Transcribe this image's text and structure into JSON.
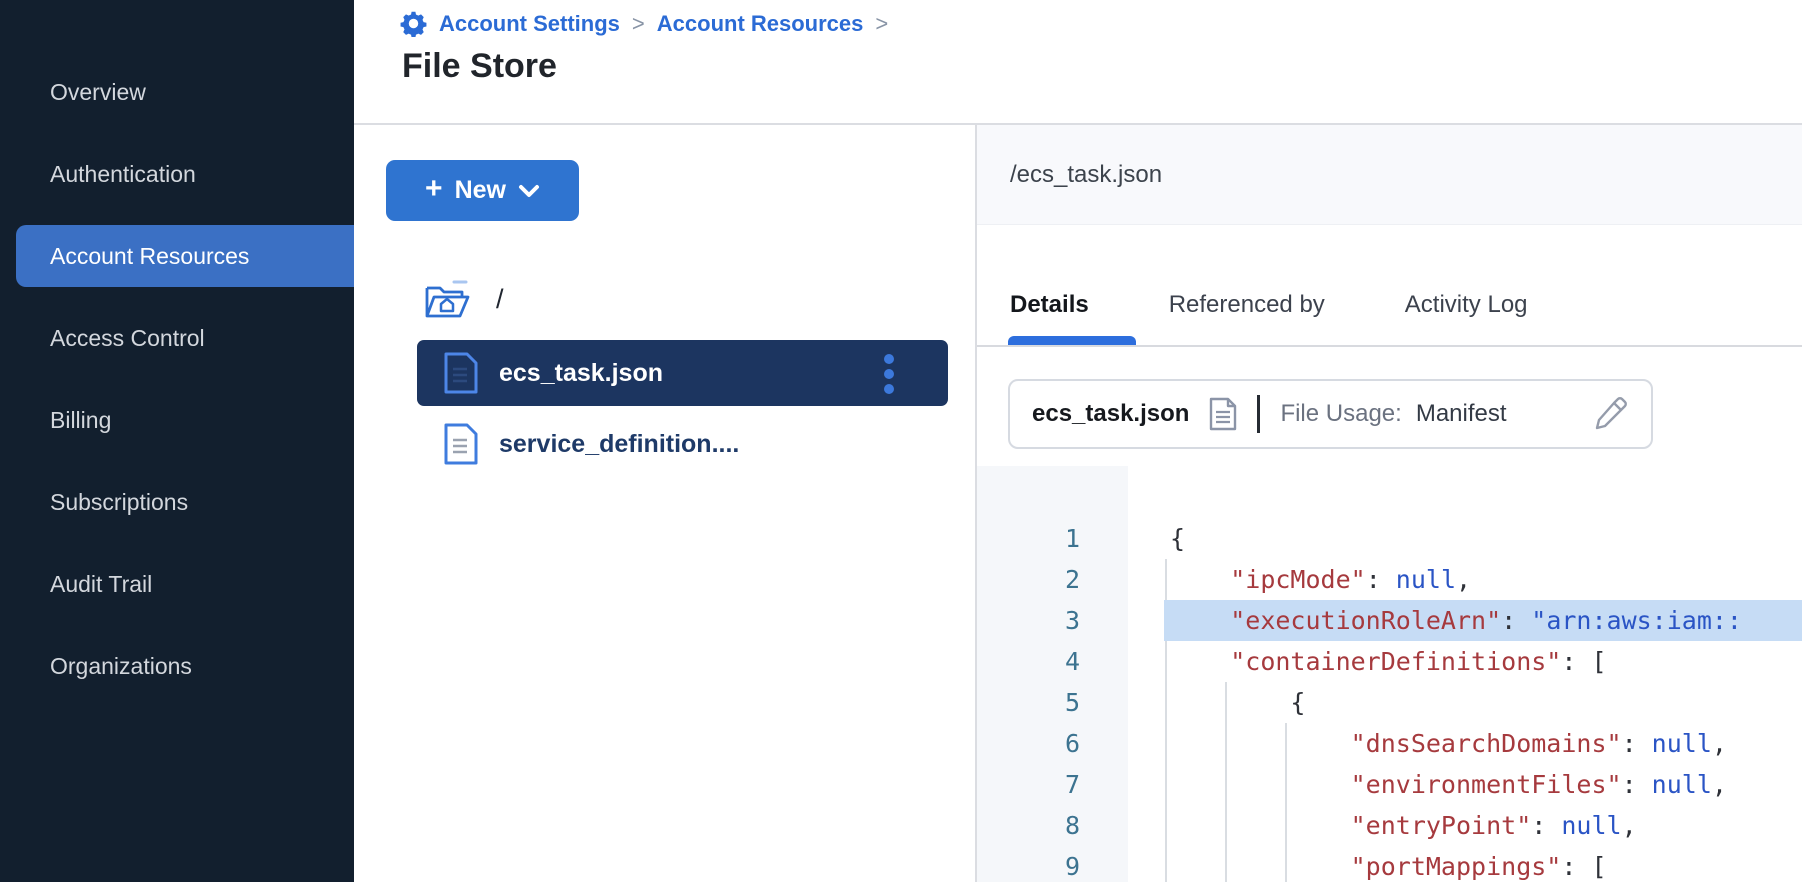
{
  "sidebar": {
    "items": [
      {
        "label": "Overview",
        "active": false
      },
      {
        "label": "Authentication",
        "active": false
      },
      {
        "label": "Account Resources",
        "active": true
      },
      {
        "label": "Access Control",
        "active": false
      },
      {
        "label": "Billing",
        "active": false
      },
      {
        "label": "Subscriptions",
        "active": false
      },
      {
        "label": "Audit Trail",
        "active": false
      },
      {
        "label": "Organizations",
        "active": false
      }
    ]
  },
  "breadcrumb": {
    "items": [
      "Account Settings",
      "Account Resources"
    ],
    "separator": ">",
    "page_title": "File Store"
  },
  "file_panel": {
    "new_button_label": "New",
    "root_label": "/",
    "files": [
      {
        "name": "ecs_task.json",
        "selected": true
      },
      {
        "name": "service_definition....",
        "selected": false
      }
    ]
  },
  "detail_panel": {
    "path": "/ecs_task.json",
    "tabs": [
      {
        "label": "Details",
        "active": true
      },
      {
        "label": "Referenced by",
        "active": false
      },
      {
        "label": "Activity Log",
        "active": false
      }
    ],
    "file_card": {
      "filename": "ecs_task.json",
      "usage_label": "File Usage:",
      "usage_value": "Manifest"
    },
    "code": {
      "highlighted_line": 3,
      "lines": [
        {
          "n": "1",
          "hl": false,
          "tokens": [
            [
              "p",
              "{"
            ]
          ]
        },
        {
          "n": "2",
          "hl": false,
          "tokens": [
            [
              "p",
              "    "
            ],
            [
              "k",
              "\"ipcMode\""
            ],
            [
              "p",
              ": "
            ],
            [
              "v",
              "null"
            ],
            [
              "p",
              ","
            ]
          ]
        },
        {
          "n": "3",
          "hl": true,
          "tokens": [
            [
              "p",
              "    "
            ],
            [
              "k",
              "\"executionRoleArn\""
            ],
            [
              "p",
              ": "
            ],
            [
              "v",
              "\"arn:aws:iam::"
            ]
          ]
        },
        {
          "n": "4",
          "hl": false,
          "tokens": [
            [
              "p",
              "    "
            ],
            [
              "k",
              "\"containerDefinitions\""
            ],
            [
              "p",
              ": ["
            ]
          ]
        },
        {
          "n": "5",
          "hl": false,
          "tokens": [
            [
              "p",
              "        {"
            ]
          ]
        },
        {
          "n": "6",
          "hl": false,
          "tokens": [
            [
              "p",
              "            "
            ],
            [
              "k",
              "\"dnsSearchDomains\""
            ],
            [
              "p",
              ": "
            ],
            [
              "v",
              "null"
            ],
            [
              "p",
              ","
            ]
          ]
        },
        {
          "n": "7",
          "hl": false,
          "tokens": [
            [
              "p",
              "            "
            ],
            [
              "k",
              "\"environmentFiles\""
            ],
            [
              "p",
              ": "
            ],
            [
              "v",
              "null"
            ],
            [
              "p",
              ","
            ]
          ]
        },
        {
          "n": "8",
          "hl": false,
          "tokens": [
            [
              "p",
              "            "
            ],
            [
              "k",
              "\"entryPoint\""
            ],
            [
              "p",
              ": "
            ],
            [
              "v",
              "null"
            ],
            [
              "p",
              ","
            ]
          ]
        },
        {
          "n": "9",
          "hl": false,
          "tokens": [
            [
              "p",
              "            "
            ],
            [
              "k",
              "\"portMappings\""
            ],
            [
              "p",
              ": ["
            ]
          ]
        }
      ]
    }
  },
  "icons": {
    "gear": "gear-icon",
    "home_folder": "home-folder-icon",
    "file": "file-icon",
    "kebab": "kebab-menu-icon",
    "document": "document-icon",
    "pencil": "edit-pencil-icon",
    "chevron_down": "chevron-down-icon",
    "plus": "plus-icon"
  },
  "colors": {
    "sidebar_bg": "#121F2E",
    "sidebar_active_bg": "#3B70C4",
    "accent_blue": "#2F74D0",
    "breadcrumb_link": "#2B6BD5",
    "selected_row_bg": "#1C3560",
    "tab_underline": "#2D6EDD",
    "line_highlight": "#C6DCF5",
    "code_key": "#A63A3E",
    "code_value": "#2A54C5",
    "line_number": "#3C7390"
  }
}
